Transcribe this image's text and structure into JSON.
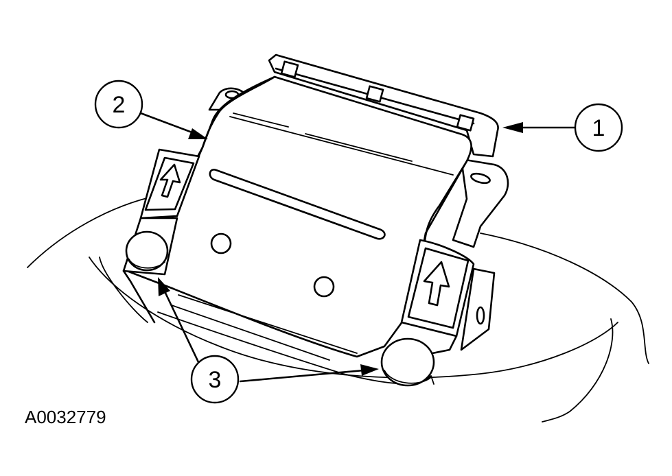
{
  "callouts": [
    {
      "label": "1"
    },
    {
      "label": "2"
    },
    {
      "label": "3"
    }
  ],
  "figure_id": "A0032779",
  "icons": {
    "up_arrow": "up-arrow-icon",
    "bolt": "bolt-icon"
  }
}
